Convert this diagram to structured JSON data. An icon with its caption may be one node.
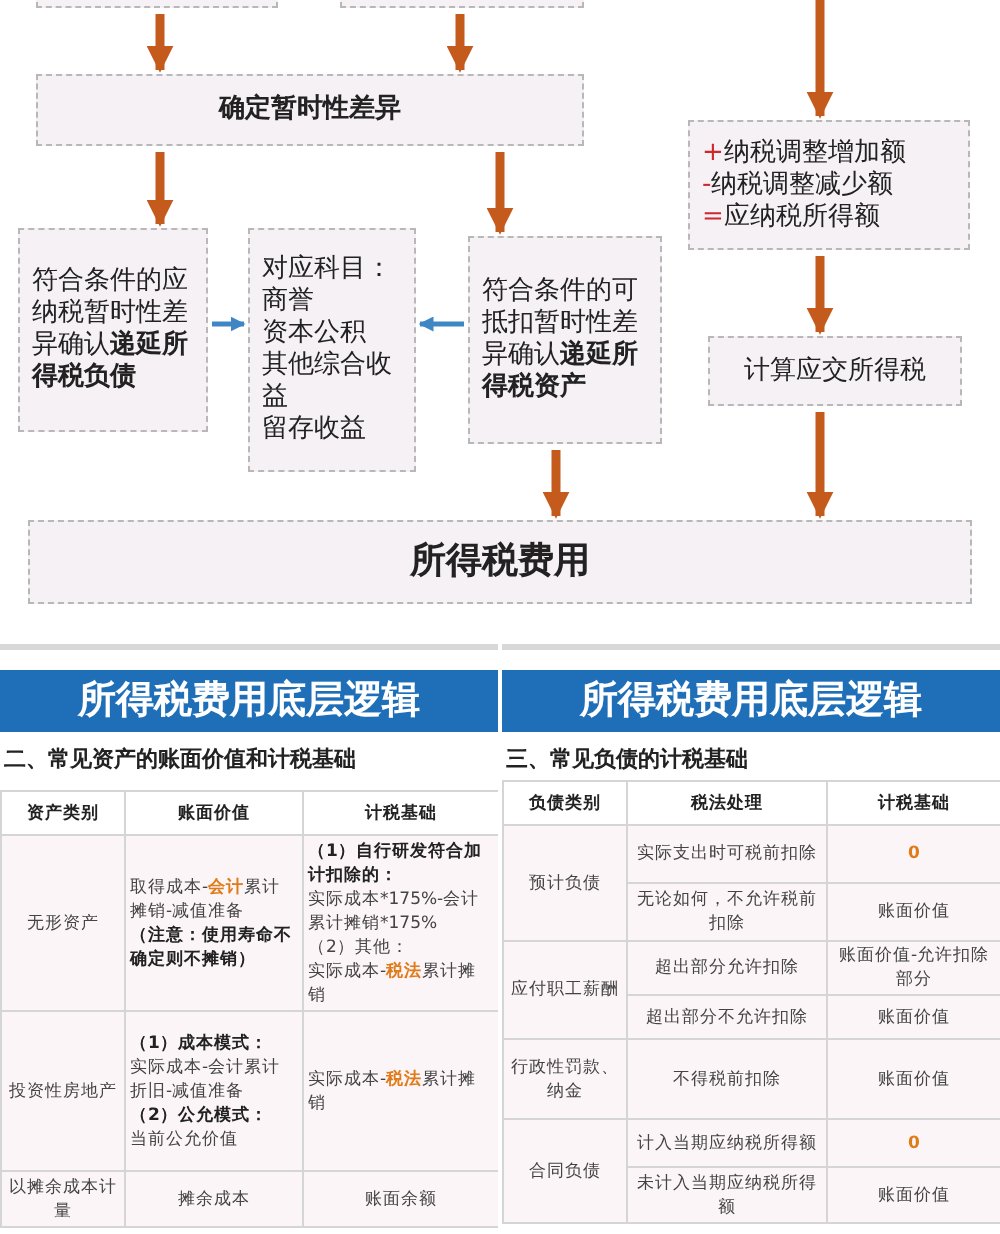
{
  "diagram": {
    "nodes": [
      {
        "text": [],
        "shape": "box"
      },
      {
        "text": [],
        "shape": "box"
      },
      {
        "text": [
          "确定暂时性差异"
        ]
      },
      {
        "text": [
          "符合条件的应纳税暂时性差异确认**递延所得税负债**"
        ]
      },
      {
        "text": [
          "对应科目：",
          "商誉",
          "资本公积",
          "其他综合收益",
          "留存收益"
        ]
      },
      {
        "text": [
          "符合条件的可抵扣暂时性差异确认**递延所得税资产**"
        ]
      },
      {
        "text": [
          "+纳税调整增加额",
          "-纳税调整减少额",
          "=应纳税所得额"
        ]
      },
      {
        "text": [
          "计算应交所得税"
        ]
      },
      {
        "text": [
          "所得税费用"
        ]
      }
    ],
    "edges": [
      {
        "from": 0,
        "to": 2,
        "arrow": "to"
      },
      {
        "from": 1,
        "to": 2,
        "arrow": "to"
      },
      {
        "from": 2,
        "to": 3,
        "arrow": "to"
      },
      {
        "from": 2,
        "to": 5,
        "arrow": "to"
      },
      {
        "from": 3,
        "to": 4,
        "arrow": "to",
        "color": "#3f87c4"
      },
      {
        "from": 5,
        "to": 4,
        "arrow": "to",
        "color": "#3f87c4"
      },
      {
        "from": 5,
        "to": 8,
        "arrow": "to"
      },
      {
        "from": null,
        "to": 6,
        "arrow": "to"
      },
      {
        "from": 6,
        "to": 7,
        "arrow": "to"
      },
      {
        "from": 7,
        "to": 8,
        "arrow": "to"
      }
    ],
    "labels": [
      "所得税费用底层逻辑",
      "二、常见资产的账面价值和计税基础",
      "资产类别",
      "账面价值",
      "计税基础",
      "无形资产",
      "取得成本-**会计**累计摊销-减值准备",
      "（注意：使用寿命不确定则不摊销）",
      "（1）自行研发符合加计扣除的：",
      "实际成本*175%-会计累计摊销*175%",
      "（2）其他：",
      "实际成本-**税法**累计摊销",
      "投资性房地产",
      "（1）成本模式：",
      "实际成本-会计累计折旧-减值准备",
      "（2）公允模式：",
      "当前公允价值",
      "实际成本-**税法**累计摊销",
      "以摊余成本计量",
      "摊余成本",
      "账面余额",
      "所得税费用底层逻辑",
      "三、常见负债的计税基础",
      "负债类别",
      "税法处理",
      "计税基础",
      "预计负债",
      "实际支出时可税前扣除",
      "0",
      "无论如何，不允许税前扣除",
      "账面价值",
      "应付职工薪酬",
      "超出部分允许扣除",
      "账面价值-允许扣除部分",
      "超出部分不允许扣除",
      "账面价值",
      "行政性罚款、纳金",
      "不得税前扣除",
      "账面价值",
      "合同负债",
      "计入当期应纳税所得额",
      "0",
      "未计入当期应纳税所得额",
      "账面价值"
    ]
  }
}
